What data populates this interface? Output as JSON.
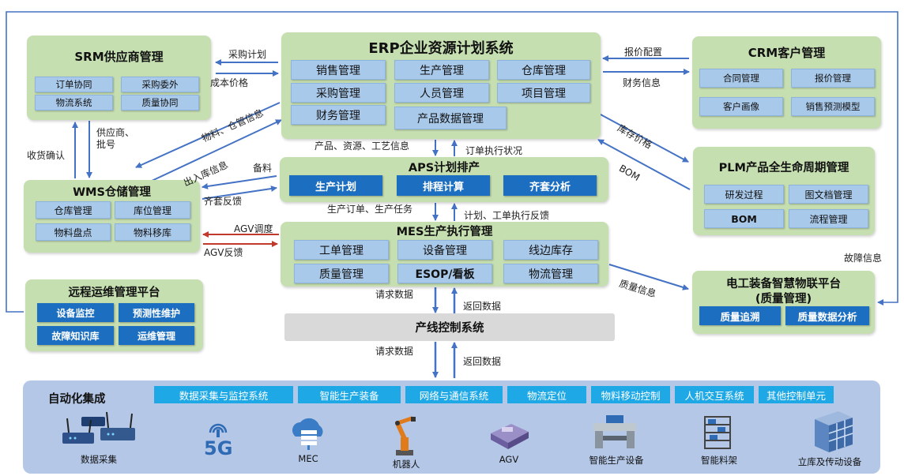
{
  "erp": {
    "title": "ERP企业资源计划系统",
    "modules": [
      "销售管理",
      "生产管理",
      "仓库管理",
      "采购管理",
      "人员管理",
      "项目管理",
      "财务管理",
      "产品数据管理"
    ]
  },
  "srm": {
    "title": "SRM供应商管理",
    "modules": [
      "订单协同",
      "采购委外",
      "物流系统",
      "质量协同"
    ]
  },
  "crm": {
    "title": "CRM客户管理",
    "modules": [
      "合同管理",
      "报价管理",
      "客户画像",
      "销售预测模型"
    ]
  },
  "plm": {
    "title": "PLM产品全生命周期管理",
    "modules": [
      "研发过程",
      "图文档管理",
      "BOM",
      "流程管理"
    ]
  },
  "wms": {
    "title": "WMS仓储管理",
    "modules": [
      "仓库管理",
      "库位管理",
      "物料盘点",
      "物料移库"
    ]
  },
  "aps": {
    "title": "APS计划排产",
    "modules": [
      "生产计划",
      "排程计算",
      "齐套分析"
    ]
  },
  "mes": {
    "title": "MES生产执行管理",
    "modules": [
      "工单管理",
      "设备管理",
      "线边库存",
      "质量管理",
      "ESOP/看板",
      "物流管理"
    ]
  },
  "remote": {
    "title": "远程运维管理平台",
    "modules": [
      "设备监控",
      "预测性维护",
      "故障知识库",
      "运维管理"
    ]
  },
  "iot": {
    "title": "电工装备智慧物联平台",
    "subtitle": "(质量管理)",
    "modules": [
      "质量追溯",
      "质量数据分析"
    ]
  },
  "line_control": {
    "title": "产线控制系统"
  },
  "automation": {
    "title": "自动化集成",
    "categories": [
      "数据采集与监控系统",
      "智能生产装备",
      "网络与通信系统",
      "物流定位",
      "物料移动控制",
      "人机交互系统",
      "其他控制单元"
    ],
    "devices": [
      "数据采集",
      "MEC",
      "机器人",
      "AGV",
      "智能生产设备",
      "智能料架",
      "立库及传动设备"
    ]
  },
  "flows": {
    "srm_erp_top": "采购计划",
    "srm_erp_bottom": "成本价格",
    "crm_erp_top": "报价配置",
    "crm_erp_bottom": "财务信息",
    "erp_plm_price": "库存价格",
    "plm_erp_bom": "BOM",
    "srm_wms": "供应商、\n批号",
    "wms_srm": "收货确认",
    "erp_wms_top": "物料、仓管信息",
    "wms_erp": "出入库信息",
    "erp_aps_down": "产品、资源、工艺信息",
    "aps_erp_up": "订单执行状况",
    "aps_wms": "备料",
    "wms_aps": "齐套反馈",
    "aps_mes_down": "生产订单、生产任务",
    "mes_aps_up": "计划、工单执行反馈",
    "mes_wms_agv_dispatch": "AGV调度",
    "wms_mes_agv_feedback": "AGV反馈",
    "mes_iot": "质量信息",
    "fault_info": "故障信息",
    "mes_line_request": "请求数据",
    "line_mes_return": "返回数据",
    "line_auto_request": "请求数据",
    "auto_line_return": "返回数据"
  },
  "colors": {
    "panel_green": "#c6dfb1",
    "light_blue": "#a9c9ea",
    "dark_blue": "#1c6fc0",
    "cyan": "#1ea8e6",
    "arrow": "#4472c4",
    "agv_red": "#c0392b"
  }
}
